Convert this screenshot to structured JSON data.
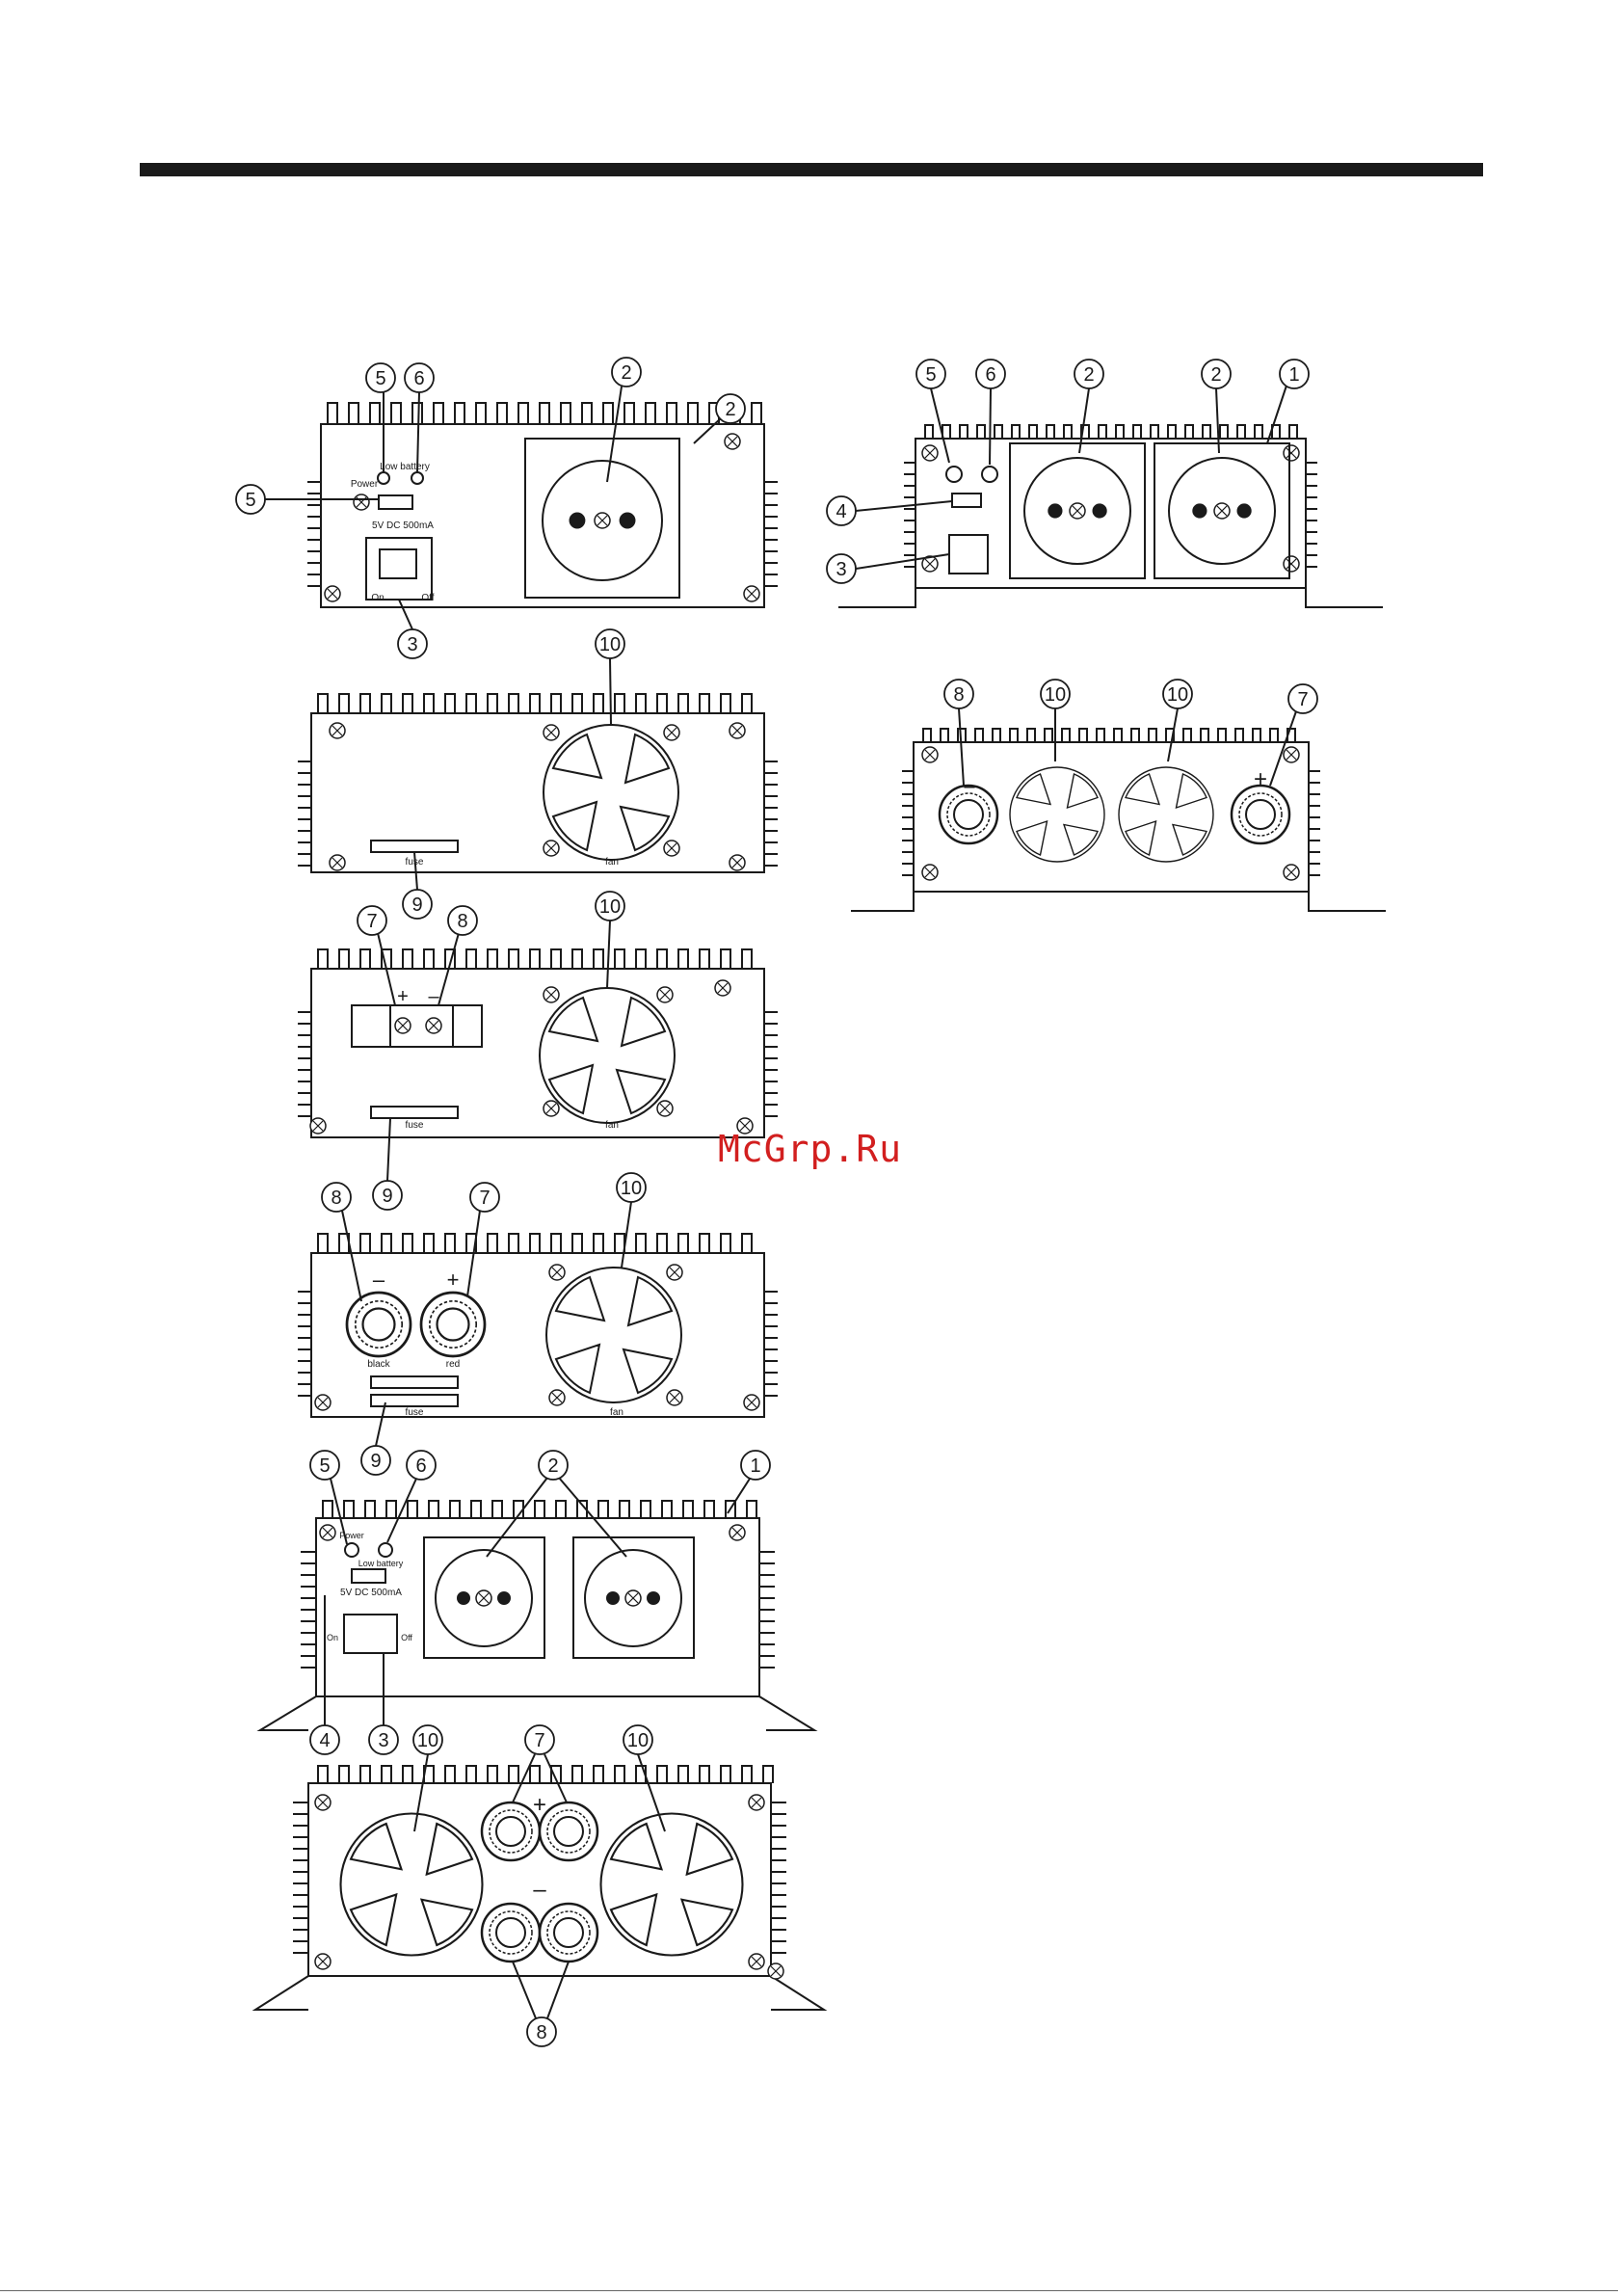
{
  "watermark": "McGrp.Ru",
  "callouts": [
    "1",
    "2",
    "3",
    "4",
    "5",
    "6",
    "7",
    "8",
    "9",
    "10"
  ],
  "panel_labels": {
    "power": "Power",
    "low_battery": "Low battery",
    "usb": "5V DC 500mA",
    "usb_alt": "5V DC 500mA",
    "on": "On",
    "off": "Off",
    "fuse": "fuse",
    "fan": "fan",
    "black": "black",
    "red": "red",
    "plus": "+",
    "minus": "–"
  },
  "colors": {
    "line": "#1a1a1a",
    "watermark": "#d21f1f"
  }
}
